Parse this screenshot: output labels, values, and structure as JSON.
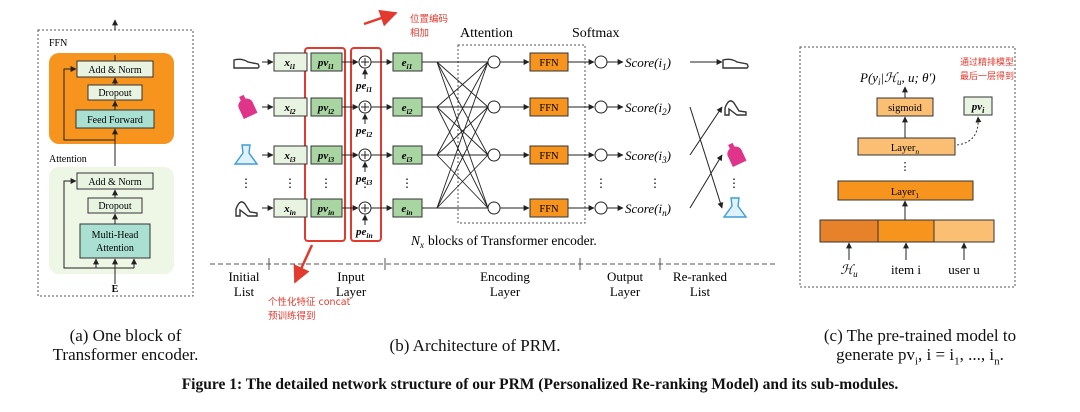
{
  "panel_a": {
    "ffn_label": "FFN",
    "attention_label": "Attention",
    "add_norm": "Add & Norm",
    "dropout": "Dropout",
    "feed_forward": "Feed Forward",
    "multi_head_line1": "Multi-Head",
    "multi_head_line2": "Attention",
    "input_label": "E",
    "caption_line1": "(a) One block of",
    "caption_line2": "Transformer encoder."
  },
  "panel_b": {
    "attention_title": "Attention",
    "softmax_title": "Softmax",
    "annotation_position_line1": "位置编码",
    "annotation_position_line2": "相加",
    "annotation_personal_line1": "个性化特征 concat",
    "annotation_personal_line2": "预训练得到",
    "rows": [
      {
        "x": "x",
        "xsub": "i1",
        "pv": "pv",
        "pvsub": "i1",
        "pe": "pe",
        "pesub": "i1",
        "e": "e",
        "esub": "i1",
        "ffn": "FFN",
        "score": "Score(i",
        "scoresub": "1",
        "icon": "shoe-icon"
      },
      {
        "x": "x",
        "xsub": "i2",
        "pv": "pv",
        "pvsub": "i2",
        "pe": "pe",
        "pesub": "i2",
        "e": "e",
        "esub": "i2",
        "ffn": "FFN",
        "score": "Score(i",
        "scoresub": "2",
        "icon": "bottle-icon"
      },
      {
        "x": "x",
        "xsub": "i3",
        "pv": "pv",
        "pvsub": "i3",
        "pe": "pe",
        "pesub": "i3",
        "e": "e",
        "esub": "i3",
        "ffn": "FFN",
        "score": "Score(i",
        "scoresub": "3",
        "icon": "dress-icon"
      },
      {
        "x": "x",
        "xsub": "in",
        "pv": "pv",
        "pvsub": "in",
        "pe": "pe",
        "pesub": "in",
        "e": "e",
        "esub": "in",
        "ffn": "FFN",
        "score": "Score(i",
        "scoresub": "n",
        "icon": "heel-icon"
      }
    ],
    "encoder_note": "blocks of Transformer encoder.",
    "encoder_note_var": "N",
    "encoder_note_sub": "x",
    "stages": [
      {
        "line1": "Initial",
        "line2": "List"
      },
      {
        "line1": "Input",
        "line2": "Layer"
      },
      {
        "line1": "Encoding",
        "line2": "Layer"
      },
      {
        "line1": "Output",
        "line2": "Layer"
      },
      {
        "line1": "Re-ranked",
        "line2": "List"
      }
    ],
    "caption": "(b) Architecture of PRM."
  },
  "panel_c": {
    "formula": "P(y",
    "formula_sub": "i",
    "formula_rest": "|ℋ",
    "formula_rest_sub": "u",
    "formula_tail": ", u; θ′)",
    "annotation_line1": "通过精排模型",
    "annotation_line2": "最后一层得到",
    "sigmoid": "sigmoid",
    "layer_n": "Layer",
    "layer_n_sub": "n",
    "layer_1": "Layer",
    "layer_1_sub": "1",
    "pvi": "pv",
    "pvi_sub": "i",
    "inputs": [
      "ℋ",
      "item i",
      "user u"
    ],
    "inputs_sub_hu": "u",
    "caption_line1": "(c) The pre-trained model to",
    "caption_line2": "generate pv",
    "caption_line2_sub": "i",
    "caption_line2_tail": ", i = i",
    "caption_line2_tail2": ", ..., i",
    "caption_sub1": "1",
    "caption_subn": "n"
  },
  "figure_caption": "Figure 1: The detailed network structure of our PRM (Personalized Re-ranking Model) and its sub-modules.",
  "colors": {
    "orange": "#f7941d",
    "light_orange": "#fbbf74",
    "teal": "#a9e0d2",
    "light_green_box": "#e5f1d8",
    "pv_green": "#a8d5a2",
    "red": "#e23a2e",
    "ffn_bg": "#fdeee0",
    "attention_bg": "#eef6e6"
  }
}
